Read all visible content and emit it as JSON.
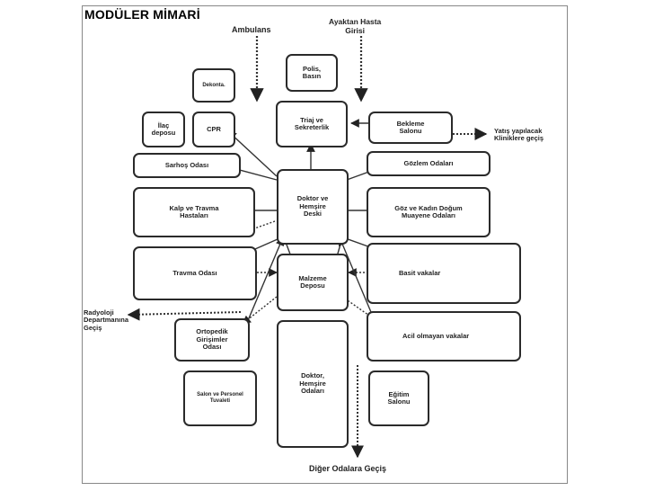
{
  "title": "MODÜLER MİMARİ",
  "labels": {
    "ambulans": "Ambulans",
    "ayaktan": "Ayaktan Hasta\nGirisi",
    "yatis": "Yatış yapılacak\nKliniklere geçiş",
    "radyoloji": "Radyoloji\nDepartmanına\nGeçiş",
    "diger": "Diğer  Odalara  Geçiş"
  },
  "rooms": {
    "polis": "Polis,\nBasın",
    "dekonta": "Dekonta.",
    "ilac": "İlaç\ndeposu",
    "cpr": "CPR",
    "triaj": "Triaj ve\nSekreterlik",
    "bekleme": "Bekleme\nSalonu",
    "sarhos": "Sarhoş Odası",
    "gozlem": "Gözlem Odaları",
    "doktor_deski": "Doktor ve\nHemşire\nDeski",
    "kalp": "Kalp ve Travma\nHastaları",
    "goz": "Göz ve Kadın Doğum\nMuayene Odaları",
    "travma": "Travma Odası",
    "malzeme": "Malzeme\nDeposu",
    "basit": "Basit vakalar",
    "ortopedik": "Ortopedik\nGirişimler\nOdası",
    "acil_olmayan": "Acil olmayan vakalar",
    "salon_personel": "Salon ve Personel\nTuvaleti",
    "doktor_hemsire": "Doktor,\nHemşire\nOdaları",
    "egitim": "Eğitim\nSalonu"
  }
}
